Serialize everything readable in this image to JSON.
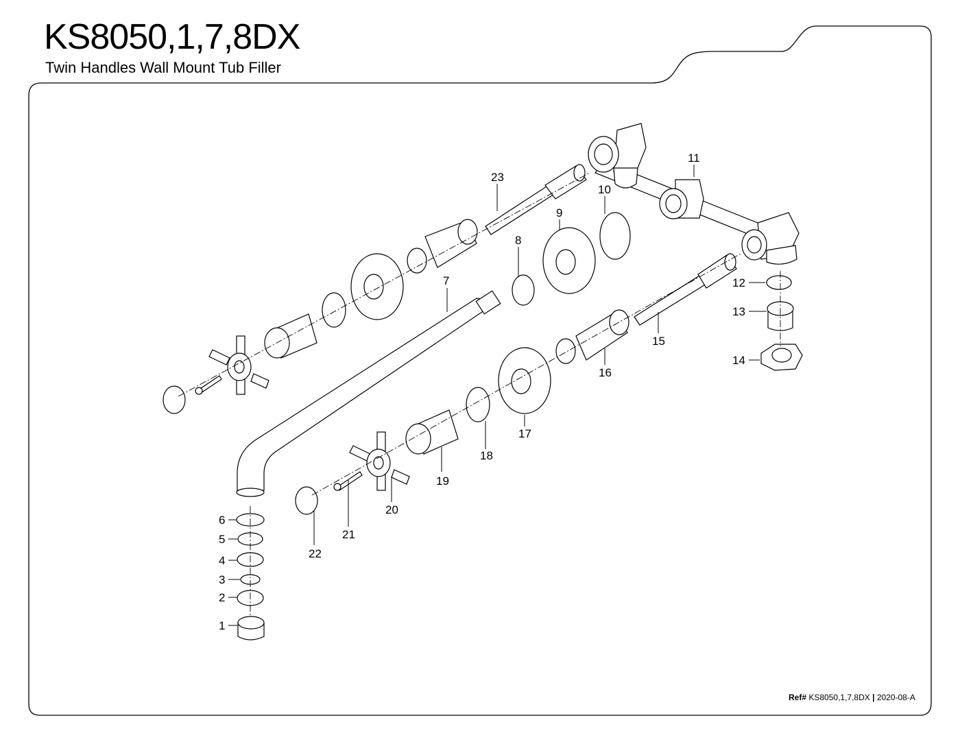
{
  "header": {
    "model": "KS8050,1,7,8DX",
    "description": "Twin Handles Wall Mount Tub Filler"
  },
  "footer": {
    "ref_prefix": "Ref#",
    "ref_model": "KS8050,1,7,8DX",
    "separator": "|",
    "revision": "2020-08-A"
  },
  "callouts": [
    "1",
    "2",
    "3",
    "4",
    "5",
    "6",
    "7",
    "8",
    "9",
    "10",
    "11",
    "12",
    "13",
    "14",
    "15",
    "16",
    "17",
    "18",
    "19",
    "20",
    "21",
    "22",
    "23"
  ]
}
